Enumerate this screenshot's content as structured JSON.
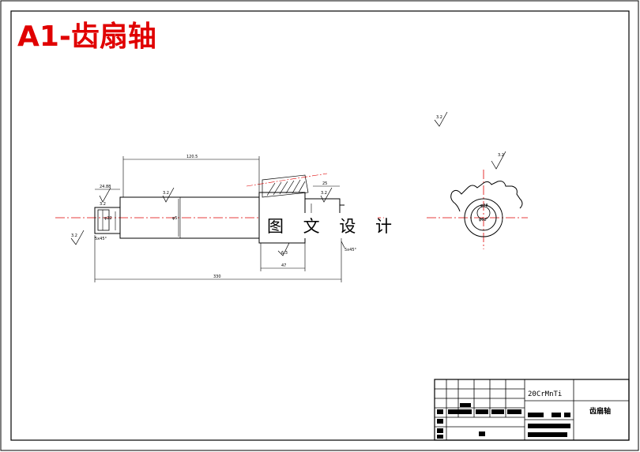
{
  "drawing": {
    "title": "A1-齿扇轴",
    "watermark": "图 文 设 计",
    "colors": {
      "title": "#e00000",
      "centerline": "#e00000",
      "line": "#000000"
    }
  },
  "dimensions": {
    "length_120": "120.5",
    "total_330": "330",
    "len_47": "47",
    "len_25": "25",
    "len_24": "24.88",
    "chamfer_left": "5x45°",
    "chamfer_right": "5x45°",
    "dia_main": "φ5",
    "dia_left": "φ22",
    "rough_1": "3.2",
    "rough_2": "3.2",
    "rough_3": "3.2",
    "rough_4": "6.3",
    "rough_5": "3.2",
    "rough_6": "3.2",
    "rough_7": "3.2",
    "gear_1": "φ28",
    "gear_2": "φ62"
  },
  "title_block": {
    "material": "20CrMnTi",
    "part_name": "齿扇轴"
  }
}
